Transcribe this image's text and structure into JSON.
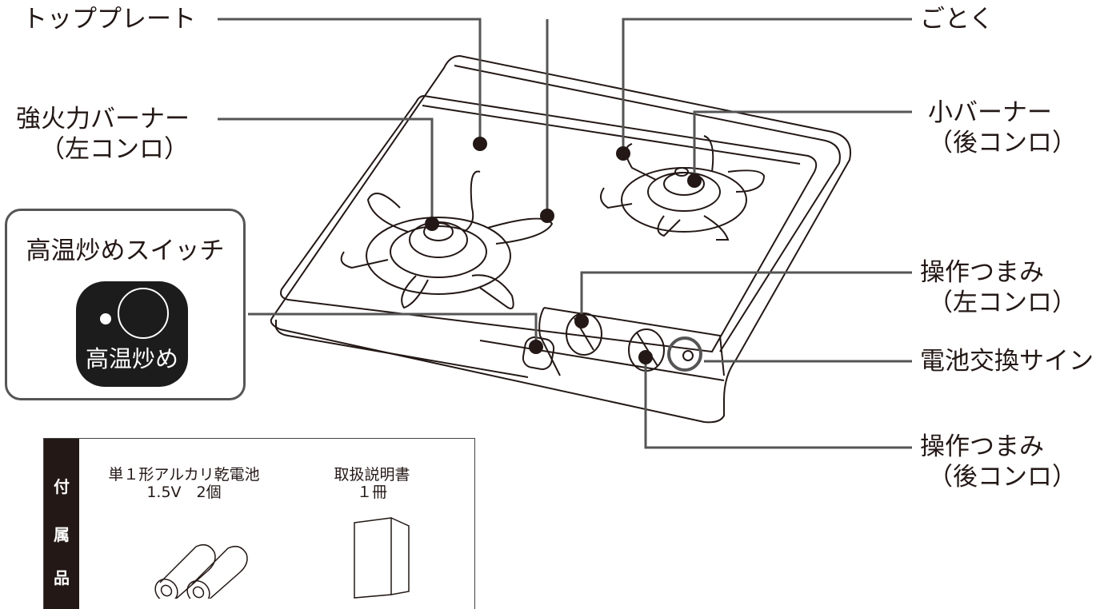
{
  "labels": {
    "top_plate": "トッププレート",
    "trivet": "ごとく",
    "strong_burner_l1": "強火力バーナー",
    "strong_burner_l2": "（左コンロ）",
    "small_burner_l1": "小バーナー",
    "small_burner_l2": "（後コンロ）",
    "knob_left_l1": "操作つまみ",
    "knob_left_l2": "（左コンロ）",
    "battery_sign": "電池交換サイン",
    "knob_rear_l1": "操作つまみ",
    "knob_rear_l2": "（後コンロ）"
  },
  "inset": {
    "title": "高温炒めスイッチ",
    "button_label": "高温炒め"
  },
  "accessories": {
    "side_chars": [
      "付",
      "属",
      "品"
    ],
    "battery_l1": "単１形アルカリ乾電池",
    "battery_l2": "1.5V　2個",
    "manual_l1": "取扱説明書",
    "manual_l2": "１冊"
  },
  "colors": {
    "line": "#231815",
    "leader": "#555555"
  }
}
